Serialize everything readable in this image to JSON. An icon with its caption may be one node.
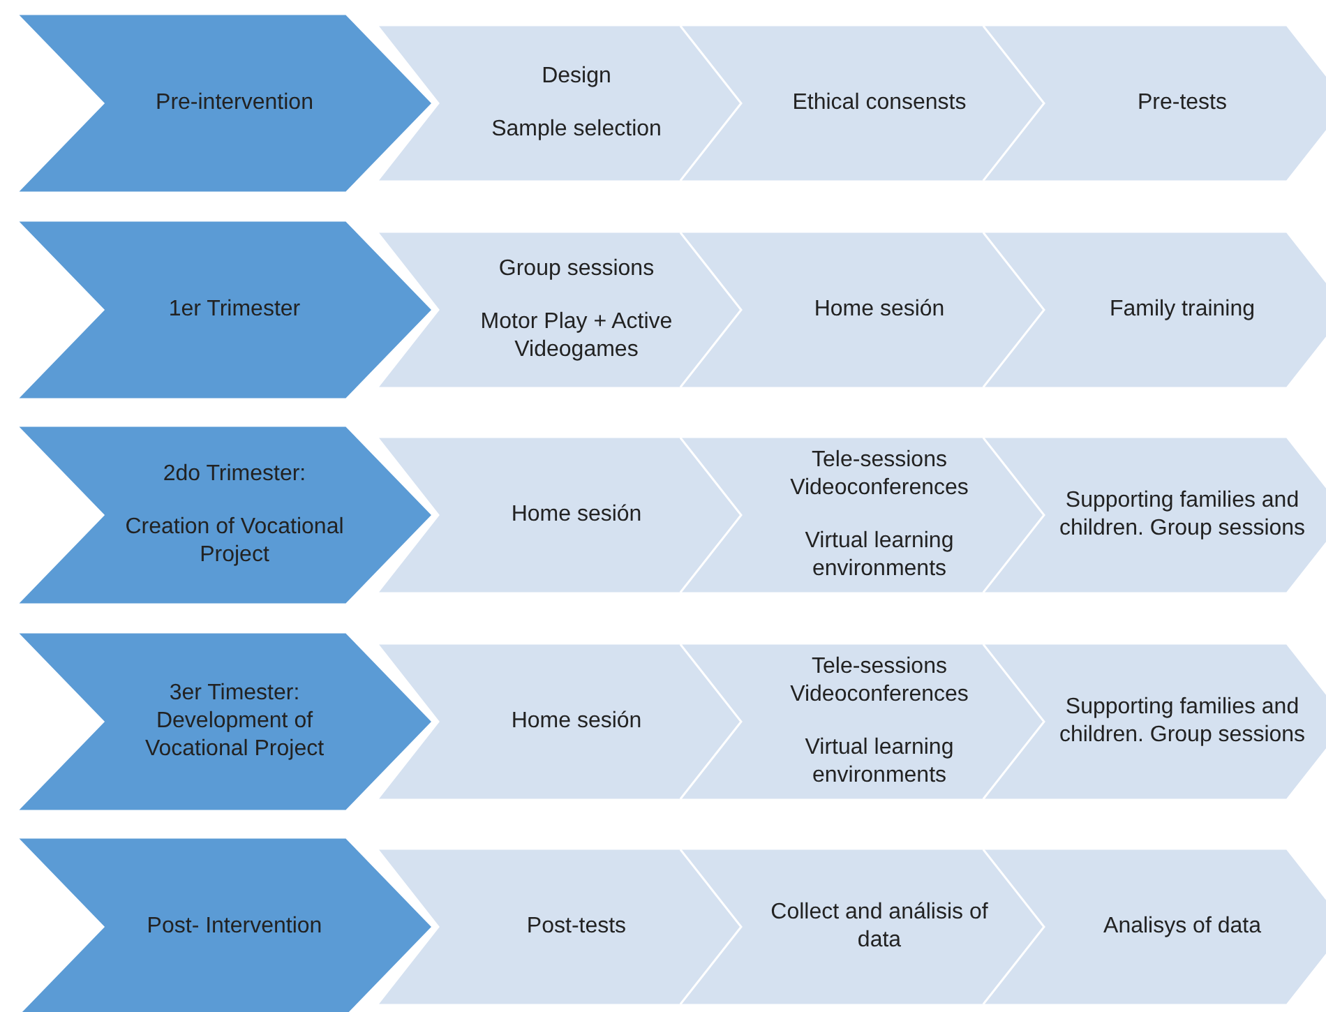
{
  "diagram": {
    "nodes": [
      {
        "text": [
          "Pre-intervention"
        ]
      },
      {
        "text": [
          "Design",
          "Sample selection"
        ]
      },
      {
        "text": [
          "Ethical consensts"
        ]
      },
      {
        "text": [
          "Pre-tests"
        ]
      },
      {
        "text": [
          "1er Trimester"
        ]
      },
      {
        "text": [
          "Group sessions",
          "Motor Play + Active Videogames"
        ]
      },
      {
        "text": [
          "Home sesión"
        ]
      },
      {
        "text": [
          "Family training"
        ]
      },
      {
        "text": [
          "2do Trimester:",
          "Creation of Vocational Project"
        ]
      },
      {
        "text": [
          "Home sesión"
        ]
      },
      {
        "text": [
          "Tele-sessions Videoconferences",
          "Virtual learning environments"
        ]
      },
      {
        "text": [
          "Supporting families and children. Group sessions"
        ]
      },
      {
        "text": [
          "3er Timester: Development of Vocational Project"
        ]
      },
      {
        "text": [
          "Home sesión"
        ]
      },
      {
        "text": [
          "Tele-sessions Videoconferences",
          "Virtual learning environments"
        ]
      },
      {
        "text": [
          "Supporting families and children. Group sessions"
        ]
      },
      {
        "text": [
          "Post- Intervention"
        ]
      },
      {
        "text": [
          "Post-tests"
        ]
      },
      {
        "text": [
          "Collect and análisis of data"
        ]
      },
      {
        "text": [
          "Analisys of data"
        ]
      }
    ]
  }
}
